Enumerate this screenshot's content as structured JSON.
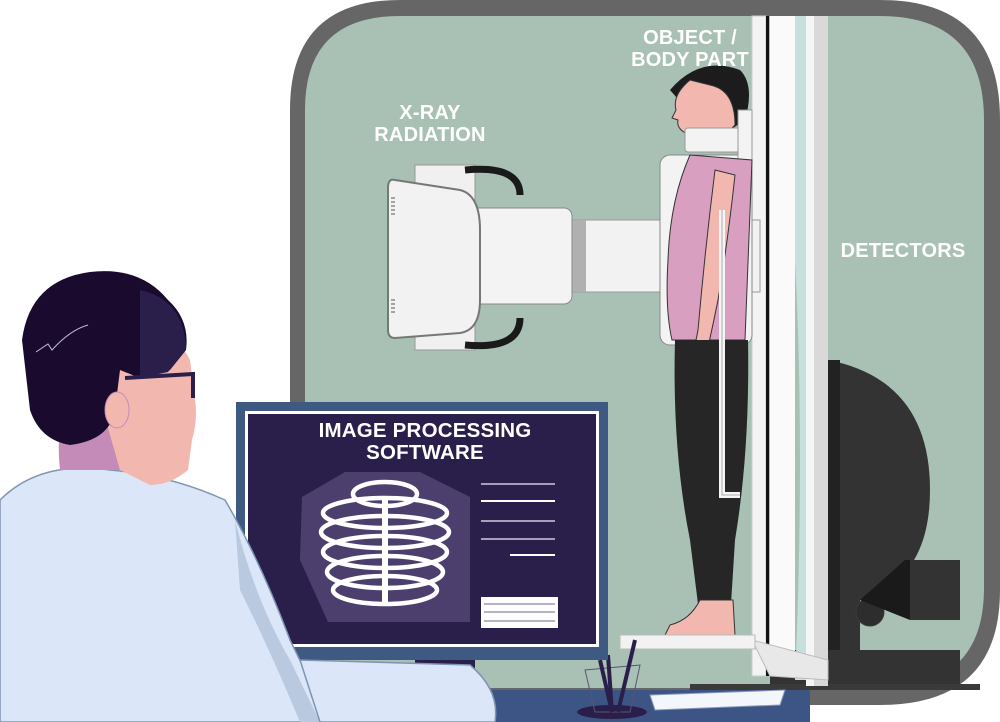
{
  "diagram": {
    "subject": "X-ray imaging system illustration",
    "labels": {
      "xray_radiation": [
        "X-RAY",
        "RADIATION"
      ],
      "object_body_part": [
        "OBJECT /",
        "BODY PART"
      ],
      "detectors": "DETECTORS",
      "software": [
        "IMAGE PROCESSING",
        "SOFTWARE"
      ]
    },
    "components": [
      {
        "id": "xray-tube",
        "label": "X-RAY RADIATION",
        "description": "X-ray source head on horizontal arm"
      },
      {
        "id": "patient",
        "label": "OBJECT / BODY PART",
        "description": "Standing woman positioned against detector panel"
      },
      {
        "id": "detector",
        "label": "DETECTORS",
        "description": "Vertical detector column with dark base"
      },
      {
        "id": "monitor",
        "label": "IMAGE PROCESSING SOFTWARE",
        "description": "Monitor showing rib cage x-ray image"
      },
      {
        "id": "operator",
        "label": "",
        "description": "Technician with glasses in lab coat viewing monitor"
      }
    ],
    "colors": {
      "room_wall": "#a9c0b4",
      "room_frame": "#666666",
      "monitor_bezel": "#3f5a82",
      "monitor_screen": "#2a1f4a",
      "machine_white": "#f2f2f2",
      "machine_dark": "#333333",
      "skin": "#f2b8b0",
      "patient_top": "#d89fc0",
      "patient_pants": "#262626",
      "operator_hair": "#1a0b2e",
      "lab_coat": "#dbe7f8",
      "desk": "#3d5585",
      "label_text": "#ffffff"
    }
  }
}
